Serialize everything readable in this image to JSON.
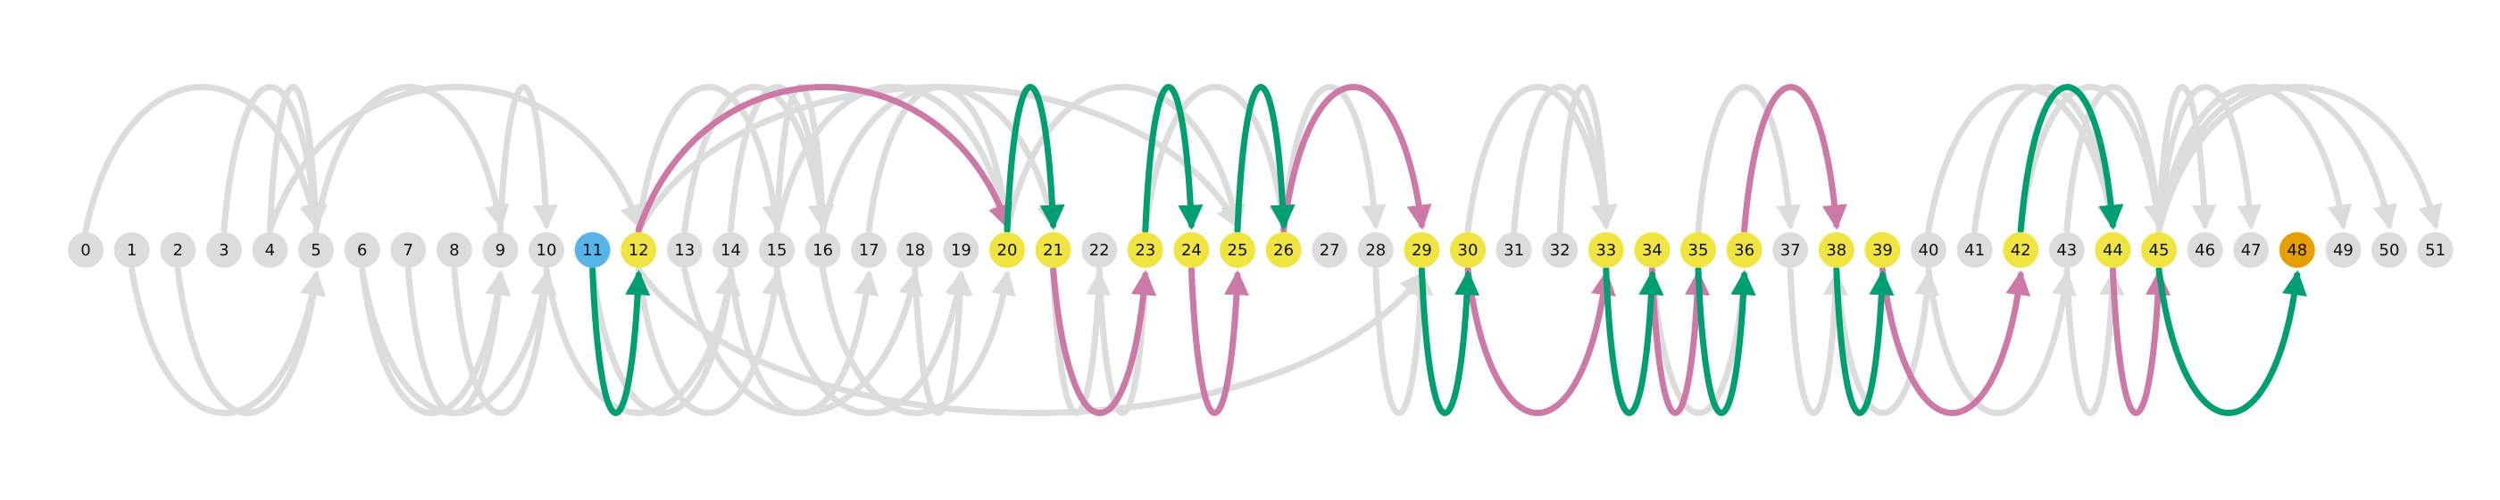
{
  "nodes": [
    "0",
    "1",
    "2",
    "3",
    "4",
    "5",
    "6",
    "7",
    "8",
    "9",
    "10",
    "11",
    "12",
    "13",
    "14",
    "15",
    "16",
    "17",
    "18",
    "19",
    "20",
    "21",
    "22",
    "23",
    "24",
    "25",
    "26",
    "27",
    "28",
    "29",
    "30",
    "31",
    "32",
    "33",
    "34",
    "35",
    "36",
    "37",
    "38",
    "39",
    "40",
    "41",
    "42",
    "43",
    "44",
    "45",
    "46",
    "47",
    "48",
    "49",
    "50",
    "51"
  ],
  "node_status": {
    "start": [
      "11"
    ],
    "end": [
      "48"
    ],
    "path": [
      "12",
      "20",
      "21",
      "23",
      "24",
      "25",
      "26",
      "29",
      "30",
      "33",
      "34",
      "35",
      "36",
      "38",
      "39",
      "42",
      "44",
      "45"
    ]
  },
  "colors": {
    "default_node": "#dcdcdc",
    "start_node": "#56b4e9",
    "path_node": "#f0e442",
    "end_node": "#e69f00",
    "background_edge": "#dcdcdc",
    "green_edge": "#009e73",
    "pink_edge": "#cc79a7"
  },
  "edges_background": [
    [
      0,
      5,
      "up"
    ],
    [
      3,
      5,
      "up"
    ],
    [
      4,
      5,
      "up"
    ],
    [
      5,
      9,
      "up"
    ],
    [
      9,
      10,
      "up"
    ],
    [
      4,
      12,
      "up"
    ],
    [
      12,
      15,
      "up"
    ],
    [
      13,
      16,
      "up"
    ],
    [
      14,
      16,
      "up"
    ],
    [
      15,
      16,
      "up"
    ],
    [
      15,
      20,
      "up"
    ],
    [
      16,
      21,
      "up"
    ],
    [
      17,
      20,
      "up"
    ],
    [
      12,
      25,
      "up"
    ],
    [
      20,
      25,
      "up"
    ],
    [
      23,
      26,
      "up"
    ],
    [
      26,
      28,
      "up"
    ],
    [
      30,
      33,
      "up"
    ],
    [
      31,
      33,
      "up"
    ],
    [
      32,
      33,
      "up"
    ],
    [
      35,
      37,
      "up"
    ],
    [
      40,
      44,
      "up"
    ],
    [
      41,
      44,
      "up"
    ],
    [
      45,
      46,
      "up"
    ],
    [
      45,
      47,
      "up"
    ],
    [
      45,
      49,
      "up"
    ],
    [
      45,
      50,
      "up"
    ],
    [
      45,
      51,
      "up"
    ],
    [
      42,
      45,
      "up"
    ],
    [
      43,
      45,
      "up"
    ],
    [
      1,
      5,
      "down"
    ],
    [
      2,
      5,
      "down"
    ],
    [
      6,
      9,
      "down"
    ],
    [
      7,
      9,
      "down"
    ],
    [
      8,
      10,
      "down"
    ],
    [
      6,
      10,
      "down"
    ],
    [
      10,
      14,
      "down"
    ],
    [
      11,
      14,
      "down"
    ],
    [
      12,
      15,
      "down"
    ],
    [
      13,
      18,
      "down"
    ],
    [
      14,
      17,
      "down"
    ],
    [
      15,
      19,
      "down"
    ],
    [
      16,
      20,
      "down"
    ],
    [
      18,
      19,
      "down"
    ],
    [
      12,
      29,
      "down"
    ],
    [
      21,
      22,
      "down"
    ],
    [
      22,
      23,
      "down"
    ],
    [
      28,
      29,
      "down"
    ],
    [
      34,
      36,
      "down"
    ],
    [
      37,
      38,
      "down"
    ],
    [
      38,
      40,
      "down"
    ],
    [
      40,
      43,
      "down"
    ],
    [
      43,
      44,
      "down"
    ]
  ],
  "edges_pink": [
    [
      12,
      20,
      "up"
    ],
    [
      26,
      29,
      "up"
    ],
    [
      36,
      38,
      "up"
    ],
    [
      21,
      23,
      "down"
    ],
    [
      24,
      25,
      "down"
    ],
    [
      30,
      33,
      "down"
    ],
    [
      34,
      35,
      "down"
    ],
    [
      39,
      42,
      "down"
    ],
    [
      44,
      45,
      "down"
    ]
  ],
  "edges_green": [
    [
      20,
      21,
      "up"
    ],
    [
      23,
      24,
      "up"
    ],
    [
      25,
      26,
      "up"
    ],
    [
      42,
      44,
      "up"
    ],
    [
      11,
      12,
      "down"
    ],
    [
      29,
      30,
      "down"
    ],
    [
      33,
      34,
      "down"
    ],
    [
      35,
      36,
      "down"
    ],
    [
      38,
      39,
      "down"
    ],
    [
      45,
      48,
      "down"
    ]
  ]
}
